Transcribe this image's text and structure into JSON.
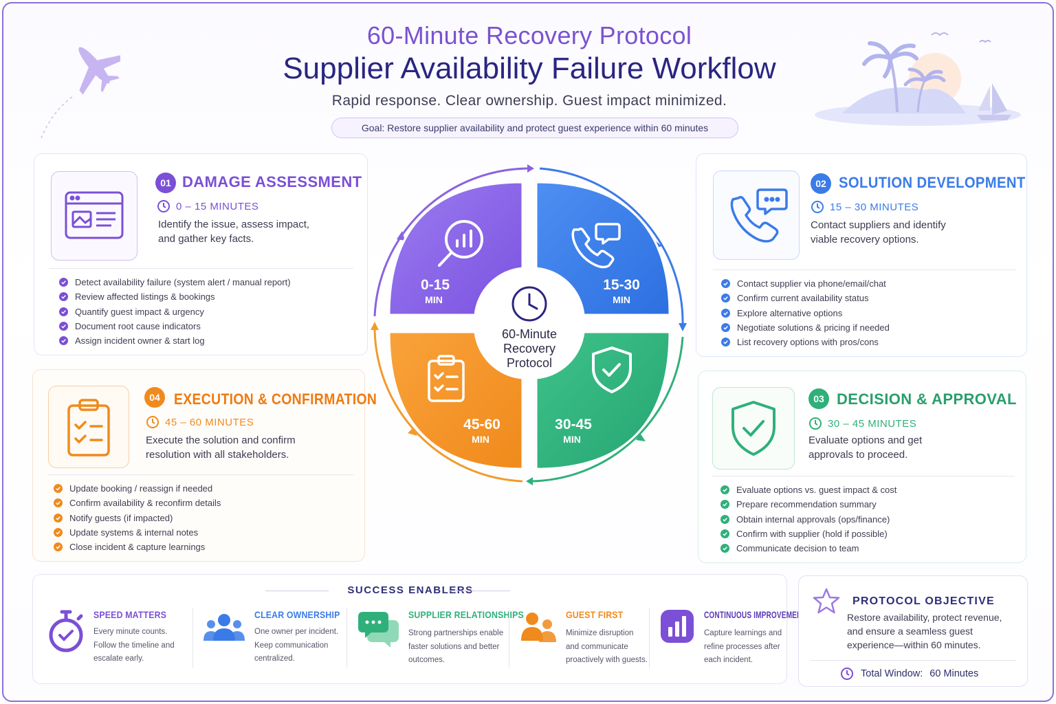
{
  "header": {
    "subtitle": "60-Minute Recovery Protocol",
    "title": "Supplier Availability Failure Workflow",
    "tagline": "Rapid response. Clear ownership. Guest impact minimized.",
    "goal": "Goal: Restore supplier availability and protect guest experience within 60 minutes"
  },
  "colors": {
    "purple": "#7b4fd6",
    "blue": "#3b7be8",
    "green": "#2fb07a",
    "orange": "#f08a1c",
    "navy": "#2a2580"
  },
  "phases": [
    {
      "num": "01",
      "title": "DAMAGE ASSESSMENT",
      "time": "0 – 15 MINUTES",
      "desc": "Identify the issue, assess impact, and gather key facts.",
      "icon": "browser-window-icon",
      "items": [
        "Detect availability failure (system alert / manual report)",
        "Review affected listings & bookings",
        "Quantify guest impact & urgency",
        "Document root cause indicators",
        "Assign incident owner & start log"
      ]
    },
    {
      "num": "02",
      "title": "SOLUTION DEVELOPMENT",
      "time": "15 – 30 MINUTES",
      "desc": "Contact suppliers and identify viable recovery options.",
      "icon": "phone-chat-icon",
      "items": [
        "Contact supplier via phone/email/chat",
        "Confirm current availability status",
        "Explore alternative options",
        "Negotiate solutions & pricing if needed",
        "List recovery options with pros/cons"
      ]
    },
    {
      "num": "03",
      "title": "DECISION & APPROVAL",
      "time": "30 – 45 MINUTES",
      "desc": "Evaluate options and get approvals to proceed.",
      "icon": "shield-check-icon",
      "items": [
        "Evaluate options vs. guest impact & cost",
        "Prepare recommendation summary",
        "Obtain internal approvals (ops/finance)",
        "Confirm with supplier (hold if possible)",
        "Communicate decision to team"
      ]
    },
    {
      "num": "04",
      "title": "EXECUTION & CONFIRMATION",
      "time": "45 – 60 MINUTES",
      "desc": "Execute the solution and confirm resolution with all stakeholders.",
      "icon": "clipboard-check-icon",
      "items": [
        "Update booking / reassign if needed",
        "Confirm availability & reconfirm details",
        "Notify guests (if impacted)",
        "Update systems & internal notes",
        "Close incident & capture learnings"
      ]
    }
  ],
  "wheel": {
    "center": "60-Minute Recovery Protocol",
    "segments": [
      {
        "range": "0-15",
        "unit": "MIN"
      },
      {
        "range": "15-30",
        "unit": "MIN"
      },
      {
        "range": "30-45",
        "unit": "MIN"
      },
      {
        "range": "45-60",
        "unit": "MIN"
      }
    ]
  },
  "enablers": {
    "heading": "SUCCESS ENABLERS",
    "items": [
      {
        "title": "SPEED MATTERS",
        "text": "Every minute counts. Follow the timeline and escalate early.",
        "icon": "stopwatch-icon",
        "color": "#7b4fd6"
      },
      {
        "title": "CLEAR OWNERSHIP",
        "text": "One owner per incident. Keep communication centralized.",
        "icon": "team-icon",
        "color": "#3b7be8"
      },
      {
        "title": "SUPPLIER RELATIONSHIPS",
        "text": "Strong partnerships enable faster solutions and better outcomes.",
        "icon": "chat-bubbles-icon",
        "color": "#2fb07a"
      },
      {
        "title": "GUEST FIRST",
        "text": "Minimize disruption and communicate proactively with guests.",
        "icon": "guests-icon",
        "color": "#f08a1c"
      },
      {
        "title": "CONTINUOUS IMPROVEMENT",
        "text": "Capture learnings and refine processes after each incident.",
        "icon": "bar-chart-icon",
        "color": "#7b4fd6"
      }
    ]
  },
  "objective": {
    "title": "PROTOCOL OBJECTIVE",
    "text": "Restore availability, protect revenue, and ensure a seamless guest experience—within 60 minutes.",
    "total_label": "Total Window:",
    "total_value": "60 Minutes"
  }
}
